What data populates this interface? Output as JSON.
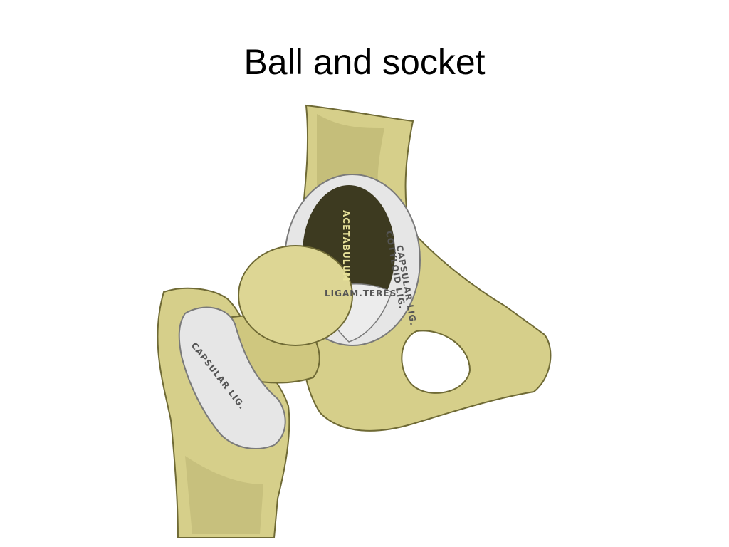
{
  "slide": {
    "title": "Ball and socket"
  },
  "illustration": {
    "labels": {
      "acetabulum": "ACETABULUM",
      "cotyloid_lig": "COTYLOID LIG.",
      "capsular_lig_right": "CAPSULAR LIG.",
      "ligam_teres": "LIGAM.TERES",
      "capsular_lig_left": "CAPSULAR LIG."
    },
    "colors": {
      "bone": "#d6cf8a",
      "bone_shadow": "#8f8a4a",
      "ligament": "#e6e6e6",
      "ligament_edge": "#7a7a7a",
      "cavity": "#3d3a20",
      "label_light": "#e8e29a",
      "label_dark": "#555555"
    }
  }
}
